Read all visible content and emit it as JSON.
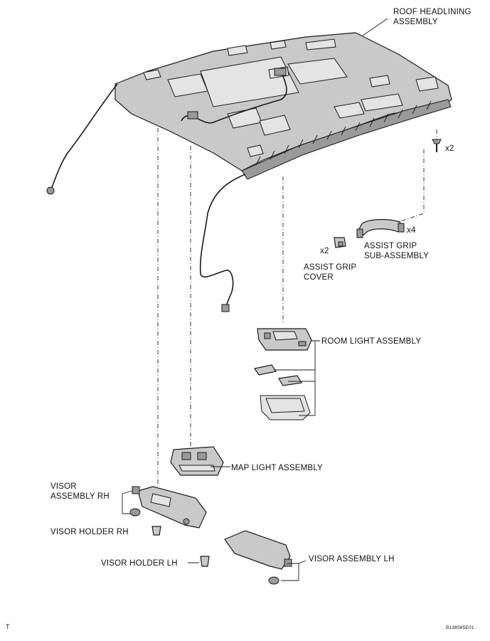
{
  "labels": {
    "roof_headlining": "ROOF HEADLINING\nASSEMBLY",
    "x2_clip": "x2",
    "x4_grip": "x4",
    "x2_cover": "x2",
    "assist_grip": "ASSIST GRIP\nSUB-ASSEMBLY",
    "assist_grip_cover": "ASSIST GRIP\nCOVER",
    "room_light": "ROOM LIGHT ASSEMBLY",
    "map_light": "MAP LIGHT ASSEMBLY",
    "visor_rh": "VISOR\nASSEMBLY RH",
    "visor_holder_rh": "VISOR HOLDER RH",
    "visor_holder_lh": "VISOR HOLDER LH",
    "visor_lh": "VISOR ASSEMBLY LH",
    "corner_t": "T",
    "figure_code": "B138585E01"
  },
  "colors": {
    "line": "#1a1a1a",
    "part_fill": "#c9c9c9",
    "background": "#ffffff"
  }
}
